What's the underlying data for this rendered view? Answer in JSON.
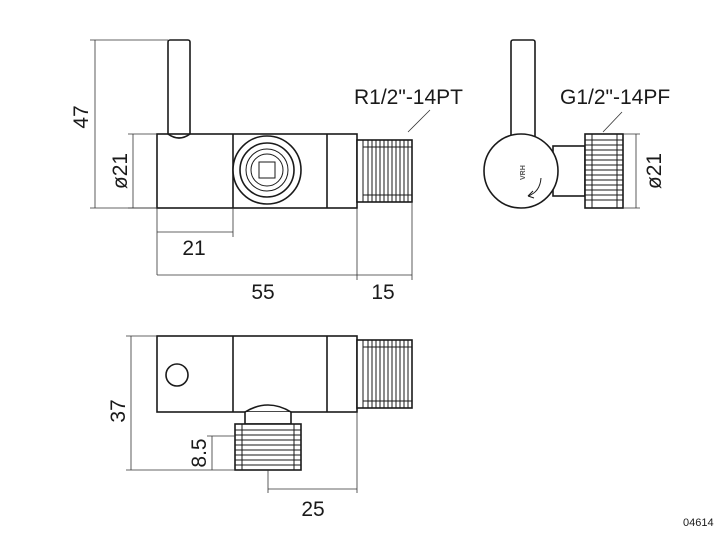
{
  "drawing": {
    "code": "04614",
    "logo": "VRH",
    "front_view": {
      "thread_label": "R1/2\"-14PT",
      "dims": {
        "height": "47",
        "diameter": "ø21",
        "handle_offset": "21",
        "body_length": "55",
        "thread_length": "15"
      }
    },
    "side_view": {
      "thread_label": "G1/2\"-14PF",
      "dims": {
        "diameter": "ø21"
      }
    },
    "bottom_view": {
      "dims": {
        "height": "37",
        "thread_height": "8.5",
        "outlet_offset": "25"
      }
    }
  }
}
